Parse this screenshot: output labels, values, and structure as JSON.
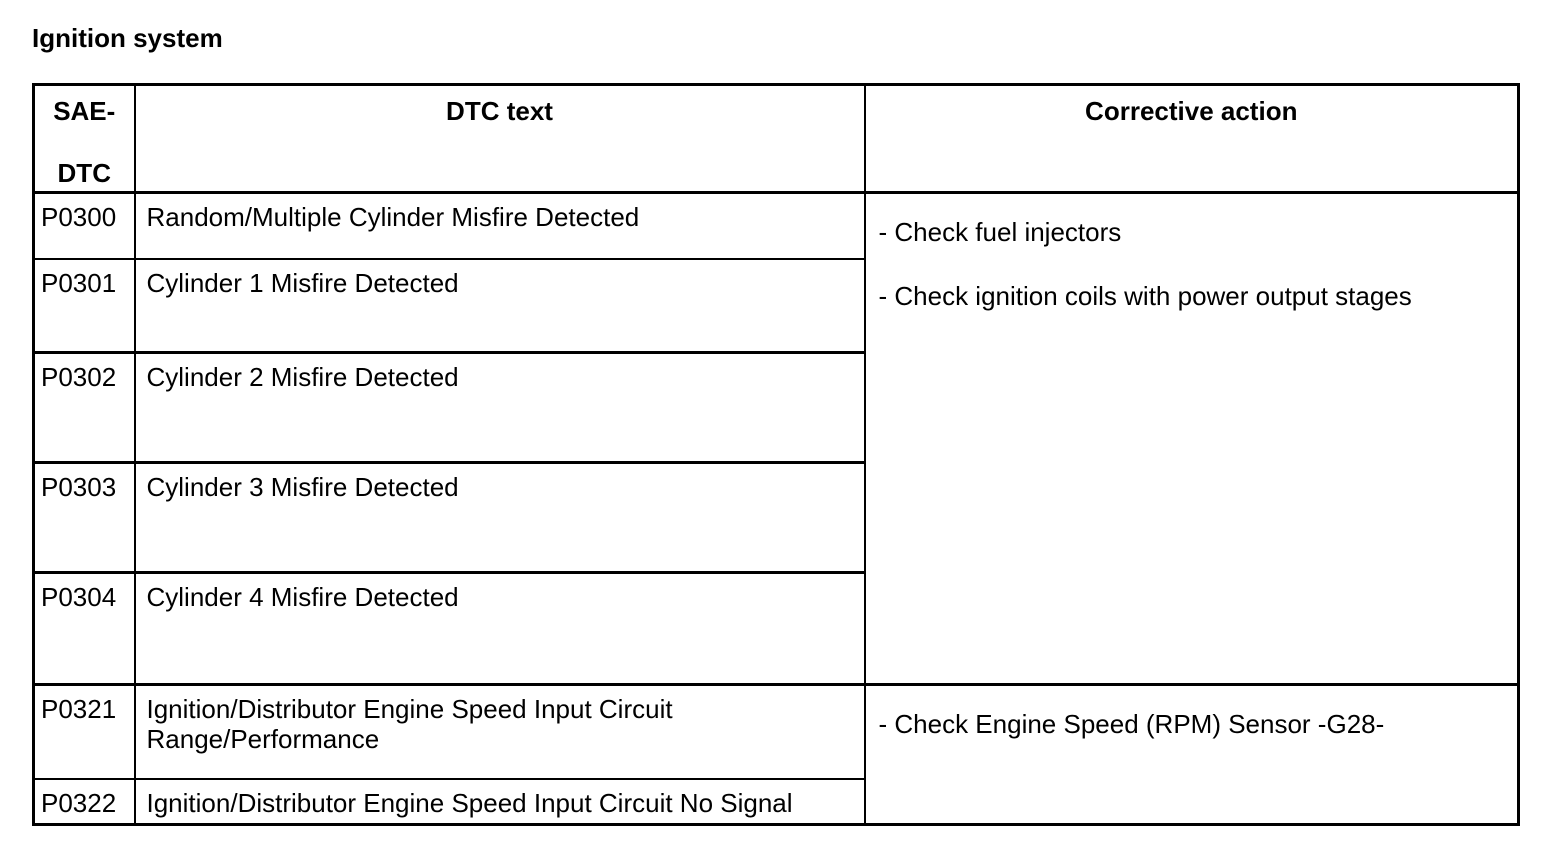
{
  "page": {
    "title": "Ignition system"
  },
  "colors": {
    "background": "#ffffff",
    "text": "#000000",
    "border": "#000000"
  },
  "table": {
    "headers": {
      "sae_line1": "SAE-",
      "sae_line2": "DTC",
      "dtc_text": "DTC text",
      "corrective_action": "Corrective action"
    },
    "groups": [
      {
        "rows": [
          {
            "code": "P0300",
            "text": "Random/Multiple Cylinder Misfire Detected"
          },
          {
            "code": "P0301",
            "text": "Cylinder 1 Misfire Detected"
          },
          {
            "code": "P0302",
            "text": "Cylinder 2 Misfire Detected"
          },
          {
            "code": "P0303",
            "text": "Cylinder 3 Misfire Detected"
          },
          {
            "code": "P0304",
            "text": "Cylinder 4 Misfire Detected"
          }
        ],
        "actions": [
          "- Check fuel injectors",
          "- Check ignition coils with power output stages"
        ]
      },
      {
        "rows": [
          {
            "code": "P0321",
            "text": "Ignition/Distributor Engine Speed Input Circuit Range/Performance"
          },
          {
            "code": "P0322",
            "text": "Ignition/Distributor Engine Speed Input Circuit No Signal"
          }
        ],
        "actions": [
          "- Check Engine Speed (RPM) Sensor -G28-"
        ]
      }
    ]
  }
}
